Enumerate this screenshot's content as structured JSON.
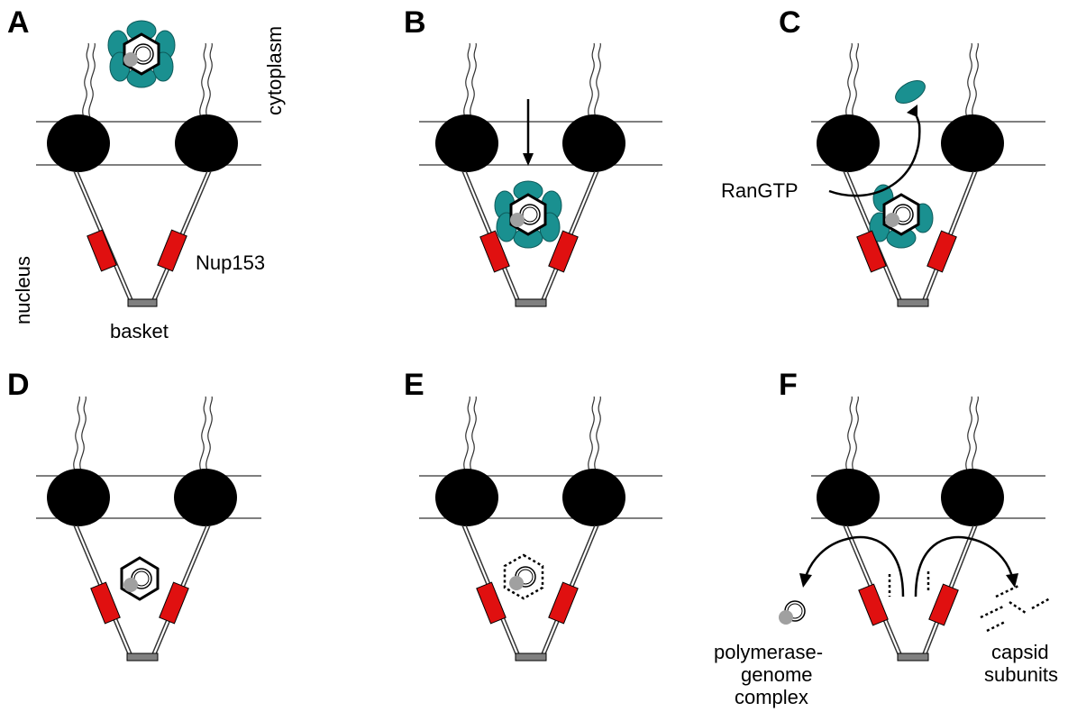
{
  "panels": [
    {
      "id": "A",
      "label": "A"
    },
    {
      "id": "B",
      "label": "B"
    },
    {
      "id": "C",
      "label": "C"
    },
    {
      "id": "D",
      "label": "D"
    },
    {
      "id": "E",
      "label": "E"
    },
    {
      "id": "F",
      "label": "F"
    }
  ],
  "labels": {
    "cytoplasm": "cytoplasm",
    "nucleus": "nucleus",
    "nup153": "Nup153",
    "basket": "basket",
    "rangtp": "RanGTP",
    "polymerase_line1": "polymerase-",
    "polymerase_line2": "genome",
    "polymerase_line3": "complex",
    "capsid_line1": "capsid",
    "capsid_line2": "subunits"
  },
  "colors": {
    "importin": "#1a9090",
    "nup153": "#e01010",
    "genome_dot": "#a0a0a0",
    "basket": "#808080"
  }
}
